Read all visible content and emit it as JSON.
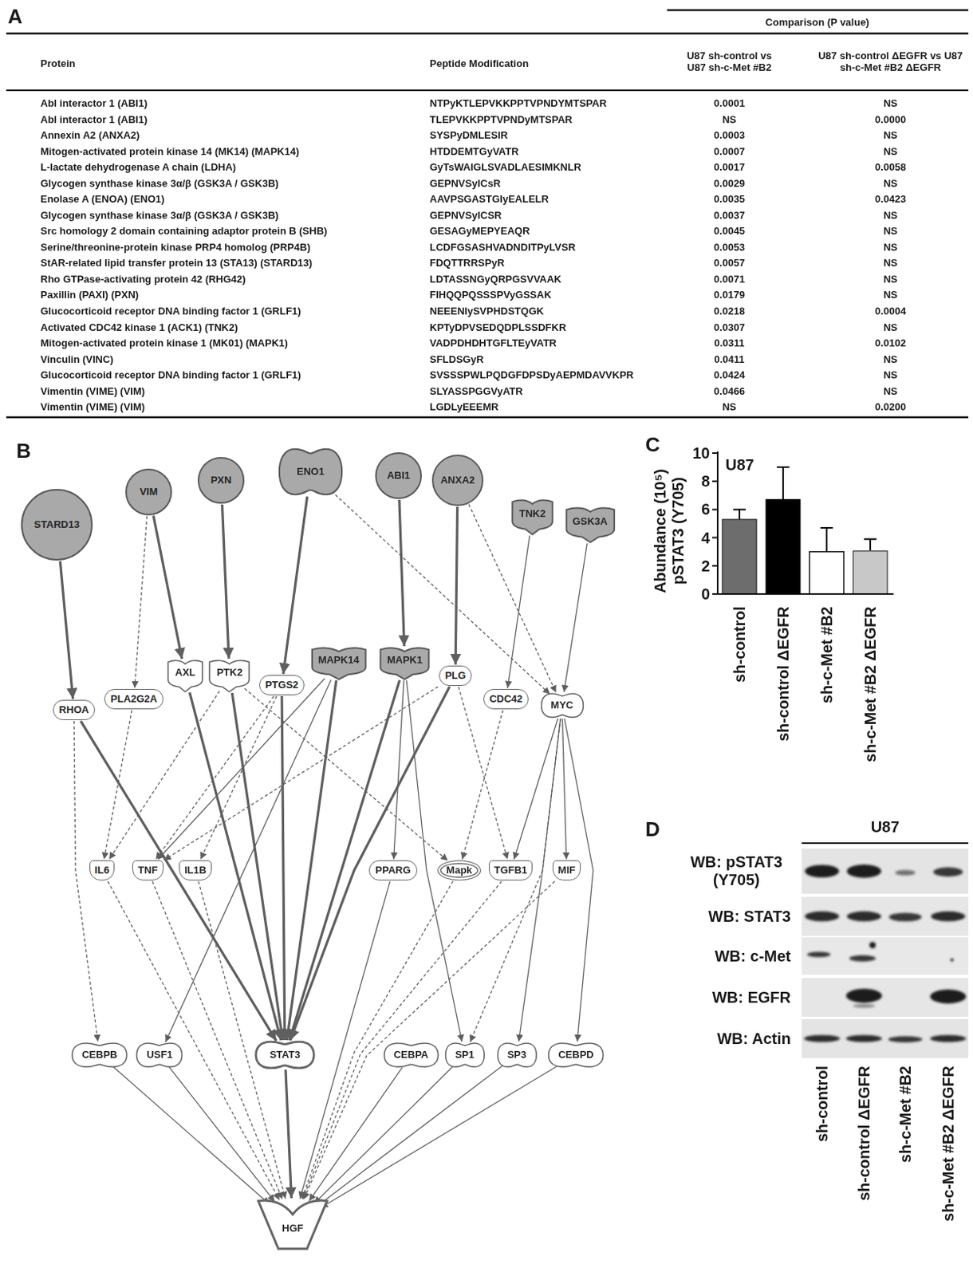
{
  "diagram": {
    "nodes": [
      {
        "text": [
          "STARD13"
        ]
      },
      {
        "text": [
          "VIM"
        ]
      },
      {
        "text": [
          "PXN"
        ]
      },
      {
        "text": [
          "ENO1"
        ]
      },
      {
        "text": [
          "ABI1"
        ]
      },
      {
        "text": [
          "ANXA2"
        ]
      },
      {
        "text": [
          "TNK2"
        ]
      },
      {
        "text": [
          "GSK3A"
        ]
      },
      {
        "text": [
          "RHOA"
        ]
      },
      {
        "text": [
          "PLA2G2A"
        ]
      },
      {
        "text": [
          "AXL"
        ]
      },
      {
        "text": [
          "PTK2"
        ]
      },
      {
        "text": [
          "PTGS2"
        ]
      },
      {
        "text": [
          "MAPK14"
        ]
      },
      {
        "text": [
          "MAPK1"
        ]
      },
      {
        "text": [
          "PLG"
        ]
      },
      {
        "text": [
          "CDC42"
        ]
      },
      {
        "text": [
          "MYC"
        ]
      },
      {
        "text": [
          "IL6"
        ]
      },
      {
        "text": [
          "TNF"
        ]
      },
      {
        "text": [
          "IL1B"
        ]
      },
      {
        "text": [
          "PPARG"
        ]
      },
      {
        "text": [
          "Mapk"
        ]
      },
      {
        "text": [
          "TGFB1"
        ]
      },
      {
        "text": [
          "MIF"
        ]
      },
      {
        "text": [
          "CEBPB"
        ]
      },
      {
        "text": [
          "USF1"
        ]
      },
      {
        "text": [
          "STAT3"
        ]
      },
      {
        "text": [
          "CEBPA"
        ]
      },
      {
        "text": [
          "SP1"
        ]
      },
      {
        "text": [
          "SP3"
        ]
      },
      {
        "text": [
          "CEBPD"
        ]
      },
      {
        "text": [
          "HGF"
        ]
      }
    ],
    "edges": [
      {
        "from": 0,
        "to": 8,
        "arrow": "to"
      },
      {
        "from": 1,
        "to": 9,
        "arrow": "to"
      },
      {
        "from": 1,
        "to": 10,
        "arrow": "to"
      },
      {
        "from": 2,
        "to": 11,
        "arrow": "to"
      },
      {
        "from": 3,
        "to": 12,
        "arrow": "to"
      },
      {
        "from": 3,
        "to": 17,
        "arrow": "to"
      },
      {
        "from": 4,
        "to": 14,
        "arrow": "to"
      },
      {
        "from": 5,
        "to": 15,
        "arrow": "to"
      },
      {
        "from": 5,
        "to": 17,
        "arrow": "to"
      },
      {
        "from": 6,
        "to": 16,
        "arrow": "to"
      },
      {
        "from": 7,
        "to": 17,
        "arrow": "to"
      },
      {
        "from": 8,
        "to": 25,
        "arrow": "to"
      },
      {
        "from": 8,
        "to": 27,
        "arrow": "to"
      },
      {
        "from": 9,
        "to": 18,
        "arrow": "to"
      },
      {
        "from": 10,
        "to": 27,
        "arrow": "to"
      },
      {
        "from": 11,
        "to": 27,
        "arrow": "to"
      },
      {
        "from": 11,
        "to": 18,
        "arrow": "to"
      },
      {
        "from": 11,
        "to": 22,
        "arrow": "to"
      },
      {
        "from": 12,
        "to": 27,
        "arrow": "to"
      },
      {
        "from": 12,
        "to": 19,
        "arrow": "to"
      },
      {
        "from": 12,
        "to": 20,
        "arrow": "to"
      },
      {
        "from": 13,
        "to": 27,
        "arrow": "to"
      },
      {
        "from": 13,
        "to": 19,
        "arrow": "to"
      },
      {
        "from": 13,
        "to": 26,
        "arrow": "to"
      },
      {
        "from": 14,
        "to": 27,
        "arrow": "to"
      },
      {
        "from": 14,
        "to": 21,
        "arrow": "to"
      },
      {
        "from": 14,
        "to": 29,
        "arrow": "to"
      },
      {
        "from": 15,
        "to": 27,
        "arrow": "to"
      },
      {
        "from": 15,
        "to": 19,
        "arrow": "to"
      },
      {
        "from": 15,
        "to": 23,
        "arrow": "to"
      },
      {
        "from": 16,
        "to": 22,
        "arrow": "to"
      },
      {
        "from": 17,
        "to": 23,
        "arrow": "to"
      },
      {
        "from": 17,
        "to": 24,
        "arrow": "to"
      },
      {
        "from": 17,
        "to": 29,
        "arrow": "to"
      },
      {
        "from": 17,
        "to": 30,
        "arrow": "to"
      },
      {
        "from": 17,
        "to": 31,
        "arrow": "to"
      },
      {
        "from": 18,
        "to": 32,
        "arrow": "to"
      },
      {
        "from": 19,
        "to": 32,
        "arrow": "to"
      },
      {
        "from": 20,
        "to": 32,
        "arrow": "to"
      },
      {
        "from": 21,
        "to": 32,
        "arrow": "to"
      },
      {
        "from": 22,
        "to": 32,
        "arrow": "to"
      },
      {
        "from": 23,
        "to": 32,
        "arrow": "to"
      },
      {
        "from": 24,
        "to": 32,
        "arrow": "to"
      },
      {
        "from": 25,
        "to": 32,
        "arrow": "to"
      },
      {
        "from": 26,
        "to": 32,
        "arrow": "to"
      },
      {
        "from": 27,
        "to": 32,
        "arrow": "to"
      },
      {
        "from": 28,
        "to": 32,
        "arrow": "to"
      },
      {
        "from": 29,
        "to": 32,
        "arrow": "to"
      },
      {
        "from": 30,
        "to": 32,
        "arrow": "to"
      },
      {
        "from": 31,
        "to": 32,
        "arrow": "to"
      }
    ],
    "labels": [
      "A",
      "Comparison (P value)",
      "Protein",
      "Peptide Modification",
      "U87 sh-control vs U87 sh-c-Met #B2",
      "U87 sh-control ΔEGFR vs U87 sh-c-Met #B2 ΔEGFR",
      "Abl interactor 1 (ABI1)",
      "NTPyKTLEPVKKPPTVPNDYMTSPAR",
      "0.0001",
      "NS",
      "Abl interactor 1 (ABI1)",
      "TLEPVKKPPTVPNDyMTSPAR",
      "NS",
      "0.0000",
      "Annexin A2 (ANXA2)",
      "SYSPyDMLESIR",
      "0.0003",
      "NS",
      "Mitogen-activated protein kinase 14 (MK14) (MAPK14)",
      "HTDDEMTGyVATR",
      "0.0007",
      "NS",
      "L-lactate dehydrogenase A chain (LDHA)",
      "GyTsWAIGLSVADLAESIMKNLR",
      "0.0017",
      "0.0058",
      "Glycogen synthase kinase 3α/β (GSK3A / GSK3B)",
      "GEPNVSyICsR",
      "0.0029",
      "NS",
      "Enolase A (ENOA) (ENO1)",
      "AAVPSGASTGIyEALELR",
      "0.0035",
      "0.0423",
      "Glycogen synthase kinase 3α/β (GSK3A / GSK3B)",
      "GEPNVSyICSR",
      "0.0037",
      "NS",
      "Src homology 2 domain containing adaptor protein B (SHB)",
      "GESAGyMEPYEAQR",
      "0.0045",
      "NS",
      "Serine/threonine-protein kinase PRP4 homolog (PRP4B)",
      "LCDFGSASHVADNDITPyLVSR",
      "0.0053",
      "NS",
      "StAR-related lipid transfer protein 13 (STA13) (STARD13)",
      "FDQTTRRSPyR",
      "0.0057",
      "NS",
      "Rho GTPase-activating protein 42 (RHG42)",
      "LDTASSNGyQRPGSVVAAK",
      "0.0071",
      "NS",
      "Paxillin (PAXI) (PXN)",
      "FIHQQPQSSSPVyGSSAK",
      "0.0179",
      "NS",
      "Glucocorticoid receptor DNA binding factor 1 (GRLF1)",
      "NEEENIySVPHDSTQGK",
      "0.0218",
      "0.0004",
      "Activated CDC42 kinase 1 (ACK1) (TNK2)",
      "KPTyDPVSEDQDPLSSDFKR",
      "0.0307",
      "NS",
      "Mitogen-activated protein kinase 1 (MK01) (MAPK1)",
      "VADPDHDHTGFLTEyVATR",
      "0.0311",
      "0.0102",
      "Vinculin (VINC)",
      "SFLDSGyR",
      "0.0411",
      "NS",
      "Glucocorticoid receptor DNA binding factor 1 (GRLF1)",
      "SVSSSPWLPQDGFDPSDyAEPMDAVVKPR",
      "0.0424",
      "NS",
      "Vimentin (VIME) (VIM)",
      "SLYASSPGGVyATR",
      "0.0466",
      "NS",
      "Vimentin (VIME) (VIM)",
      "LGDLyEEEMR",
      "NS",
      "0.0200",
      "B",
      "C",
      "U87",
      "Abundance (10⁵) pSTAT3 (Y705)",
      "0",
      "2",
      "4",
      "6",
      "8",
      "10",
      "sh-control",
      "sh-control ΔEGFR",
      "sh-c-Met #B2",
      "sh-c-Met #B2 ΔEGFR",
      "D",
      "U87",
      "WB: pSTAT3 (Y705)",
      "WB: STAT3",
      "WB: c-Met",
      "WB: EGFR",
      "WB: Actin",
      "sh-control",
      "sh-control ΔEGFR",
      "sh-c-Met #B2",
      "sh-c-Met #B2 ΔEGFR"
    ]
  }
}
